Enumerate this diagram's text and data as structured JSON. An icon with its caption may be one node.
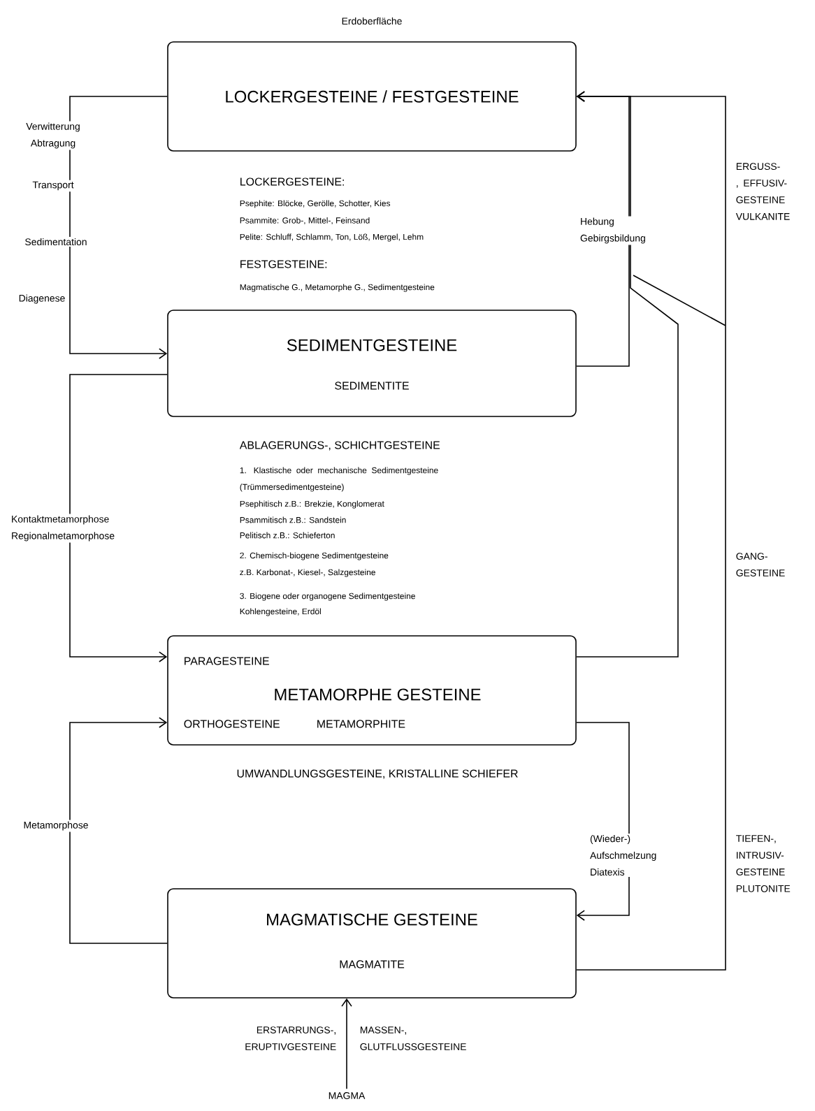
{
  "diagram": {
    "nodes": [
      {
        "text": [
          "Erdoberfläche",
          "LOCKERGESTEINE / FESTGESTEINE"
        ]
      },
      {
        "text": [
          "SEDIMENTGESTEINE",
          "SEDIMENTITE"
        ]
      },
      {
        "text": [
          "PARAGESTEINE",
          "METAMORPHE GESTEINE",
          "ORTHOGESTEINE",
          "METAMORPHITE"
        ]
      },
      {
        "text": [
          "MAGMATISCHE GESTEINE",
          "MAGMATITE"
        ]
      },
      {
        "text": [
          "MAGMA"
        ]
      }
    ],
    "edges": [
      {
        "from": 0,
        "to": 1,
        "arrow": "to"
      },
      {
        "from": 1,
        "to": 0,
        "arrow": "to",
        "label": "Hebung Gebirgsbildung"
      },
      {
        "from": 2,
        "to": 0,
        "arrow": "to"
      },
      {
        "from": 3,
        "to": 0,
        "arrow": "to"
      },
      {
        "from": 1,
        "to": 2,
        "arrow": "to",
        "label": "Kontaktmetamorphose Regionalmetamorphose"
      },
      {
        "from": 3,
        "to": 2,
        "arrow": "to",
        "label": "Metamorphose"
      },
      {
        "from": 2,
        "to": 3,
        "arrow": "to",
        "label": "(Wieder-) Aufschmelzung Diatexis"
      },
      {
        "from": 4,
        "to": 3,
        "arrow": "to"
      }
    ],
    "labels": [
      "Verwitterung Abtragung",
      "Transport",
      "Sedimentation",
      "Diagenese",
      "LOCKERGESTEINE:",
      "Psephite: Blöcke, Gerölle, Schotter, Kies",
      "Psammite: Grob-, Mittel-, Feinsand",
      "Pelite: Schluff, Schlamm, Ton, Löß, Mergel, Lehm",
      "FESTGESTEINE:",
      "Magmatische G., Metamorphe G., Sedimentgesteine",
      "ERGUSS-, EFFUSIV- GESTEINE VULKANITE",
      "ABLAGERUNGS-, SCHICHTGESTEINE",
      "1. Klastische oder mechanische Sedimentgesteine (Trümmersedimentgesteine)",
      "Psephitisch z.B.: Brekzie, Konglomerat",
      "Psammitisch z.B.: Sandstein",
      "Pelitisch z.B.: Schieferton",
      "2. Chemisch-biogene Sedimentgesteine",
      "z.B. Karbonat-, Kiesel-, Salzgesteine",
      "3. Biogene oder organogene Sedimentgesteine",
      "Kohlengesteine, Erdöl",
      "GANG- GESTEINE",
      "UMWANDLUNGSGESTEINE, KRISTALLINE SCHIEFER",
      "TIEFEN-, INTRUSIV- GESTEINE PLUTONITE",
      "ERSTARRUNGS-, ERUPTIVGESTEINE",
      "MASSEN-, GLUTFLUSSGESTEINE"
    ]
  }
}
